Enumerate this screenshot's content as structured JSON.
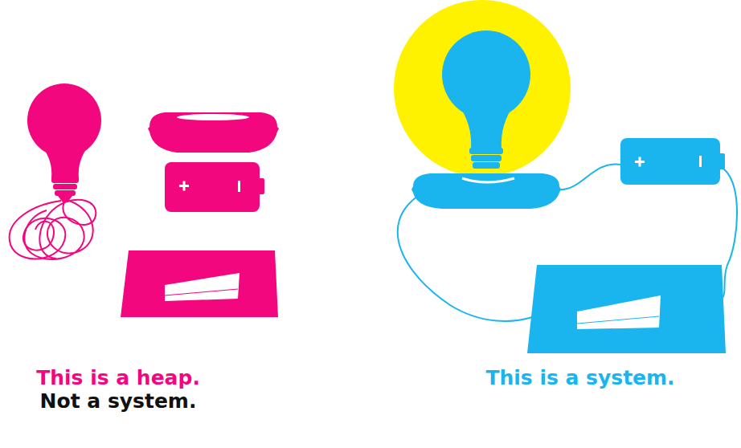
{
  "diagram": {
    "labels": [
      "This is a heap.",
      "Not a system.",
      "This is a system."
    ]
  }
}
